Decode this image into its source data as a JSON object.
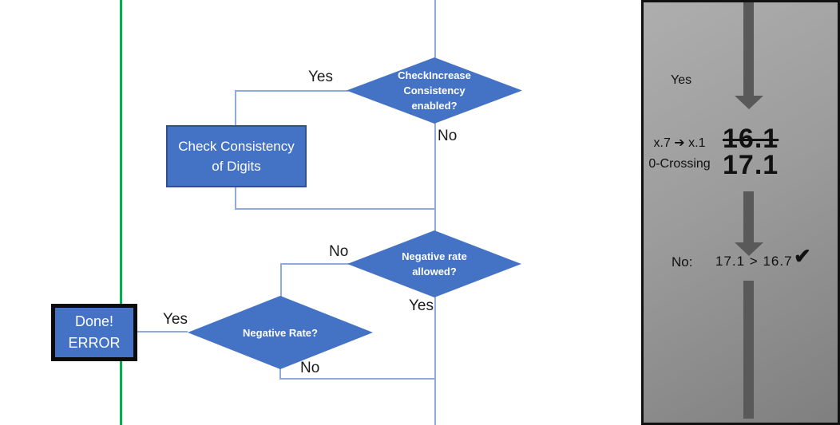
{
  "diagram": {
    "decision_check_increase": {
      "line1": "CheckIncrease",
      "line2": "Consistency",
      "line3": "enabled?"
    },
    "process_check_consistency": {
      "line1": "Check Consistency",
      "line2": "of Digits"
    },
    "decision_negative_rate_allowed": {
      "line1": "Negative rate",
      "line2": "allowed?"
    },
    "decision_negative_rate": {
      "label": "Negative Rate?"
    },
    "terminal_done_error": {
      "line1": "Done!",
      "line2": "ERROR"
    },
    "labels": {
      "top_yes": "Yes",
      "top_no": "No",
      "mid_no": "No",
      "mid_yes": "Yes",
      "left_yes": "Yes",
      "bottom_no": "No"
    }
  },
  "side_panel": {
    "yes_label": "Yes",
    "mapping_note_line1": "x.7 ➔ x.1",
    "mapping_note_line2": "0-Crossing",
    "old_value": "16.1",
    "new_value": "17.1",
    "result_label": "No:",
    "result_comparison": "17.1 > 16.7",
    "check_mark": "✔"
  },
  "colors": {
    "shape_blue": "#4472C4",
    "shape_border_blue": "#2F528F",
    "connector_blue": "#8FAADC",
    "guide_green": "#00B050",
    "arrow_gray": "#595959"
  }
}
